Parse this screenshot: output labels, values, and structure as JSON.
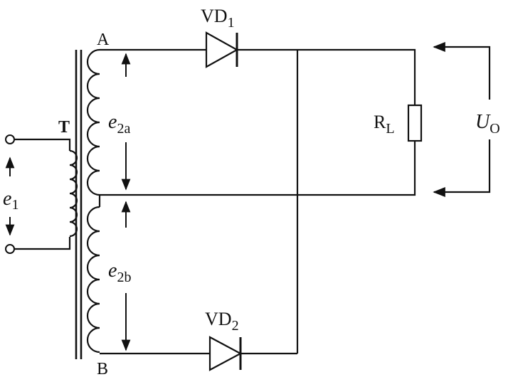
{
  "diagram": {
    "labels": {
      "transformer": "T",
      "terminal_a": "A",
      "terminal_b": "B",
      "diode1_main": "VD",
      "diode1_sub": "1",
      "diode2_main": "VD",
      "diode2_sub": "2",
      "resistor_main": "R",
      "resistor_sub": "L",
      "primary_emf_main": "e",
      "primary_emf_sub": "1",
      "secondary_a_main": "e",
      "secondary_a_sub": "2a",
      "secondary_b_main": "e",
      "secondary_b_sub": "2b",
      "output_main": "U",
      "output_sub": "O"
    },
    "colors": {
      "ink": "#111111",
      "background": "#ffffff"
    }
  }
}
